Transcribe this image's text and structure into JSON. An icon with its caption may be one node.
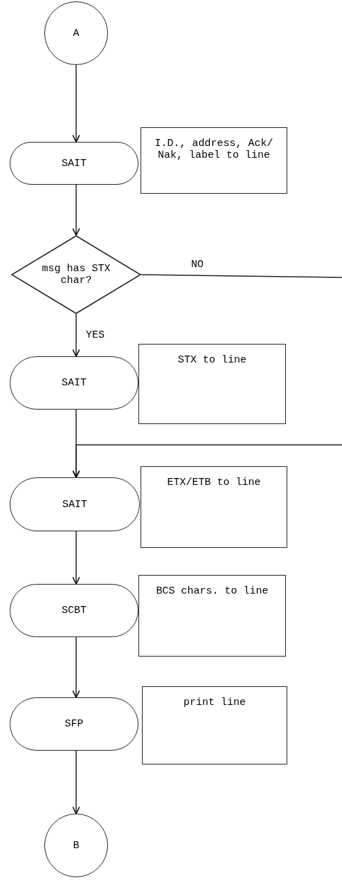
{
  "diagram": {
    "nodes": [
      {
        "text": [
          "A"
        ]
      },
      {
        "text": [
          "SAIT"
        ]
      },
      {
        "text": [
          "I.D., address, Ack/ Nak, label to line"
        ]
      },
      {
        "text": [
          "msg has STX char?"
        ]
      },
      {
        "text": [
          "SAIT"
        ]
      },
      {
        "text": [
          "STX to line"
        ]
      },
      {
        "text": [
          "SAIT"
        ]
      },
      {
        "text": [
          "ETX/ETB to line"
        ]
      },
      {
        "text": [
          "SCBT"
        ]
      },
      {
        "text": [
          "BCS chars. to line"
        ]
      },
      {
        "text": [
          "SFP"
        ]
      },
      {
        "text": [
          "print line"
        ]
      },
      {
        "text": [
          "B"
        ]
      }
    ],
    "edges": [
      {
        "from": 0,
        "to": 1,
        "arrow": "to"
      },
      {
        "from": 1,
        "to": 3,
        "arrow": "to"
      },
      {
        "from": 3,
        "to": 4,
        "arrow": "to",
        "label": "YES"
      },
      {
        "from": 3,
        "to": null,
        "arrow": "none",
        "label": "NO"
      },
      {
        "from": 4,
        "to": 6,
        "arrow": "to"
      },
      {
        "from": null,
        "to": 6,
        "arrow": "to"
      },
      {
        "from": 6,
        "to": 8,
        "arrow": "to"
      },
      {
        "from": 8,
        "to": 10,
        "arrow": "to"
      },
      {
        "from": 10,
        "to": 12,
        "arrow": "to"
      }
    ]
  }
}
